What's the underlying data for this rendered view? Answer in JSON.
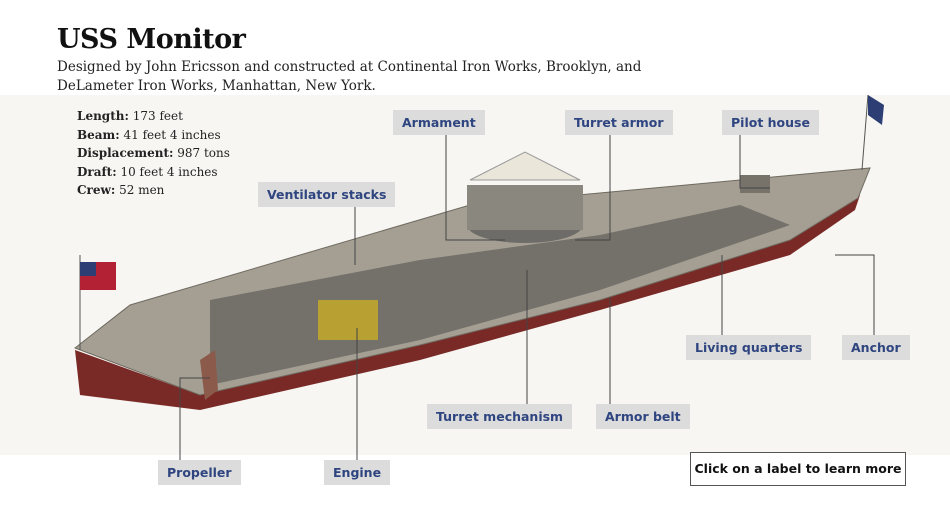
{
  "title": "USS Monitor",
  "subtitle": "Designed by John Ericsson and constructed at Continental Iron Works, Brooklyn, and DeLameter Iron Works, Manhattan, New York.",
  "specs": [
    {
      "k": "Length:",
      "v": "173 feet"
    },
    {
      "k": "Beam:",
      "v": "41 feet 4 inches"
    },
    {
      "k": "Displacement:",
      "v": "987 tons"
    },
    {
      "k": "Draft:",
      "v": "10 feet 4 inches"
    },
    {
      "k": "Crew:",
      "v": "52 men"
    }
  ],
  "labels": {
    "armament": "Armament",
    "turret_armor": "Turret armor",
    "pilot_house": "Pilot house",
    "ventilator_stacks": "Ventilator stacks",
    "living_quarters": "Living quarters",
    "anchor": "Anchor",
    "turret_mechanism": "Turret mechanism",
    "armor_belt": "Armor belt",
    "propeller": "Propeller",
    "engine": "Engine"
  },
  "hint": "Click on a label to learn more",
  "colors": {
    "label_bg": "#dcdcdc",
    "label_text": "#2f4580",
    "deck": "#9b958a",
    "hull": "#7a2a26"
  }
}
